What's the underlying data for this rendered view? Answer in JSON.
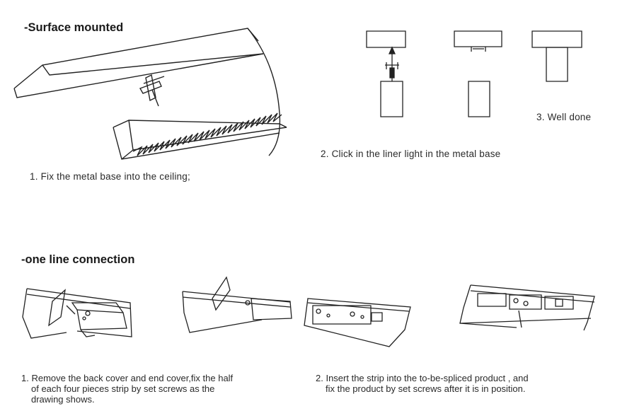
{
  "surface_section": {
    "heading": "-Surface mounted",
    "step1": "1. Fix the metal base into the ceiling;",
    "step2": "2.  Click in the liner light in the metal base",
    "step3": "3. Well done"
  },
  "line_section": {
    "heading": "-one line connection",
    "step1_line1": "1. Remove the back cover and end cover,fix the half",
    "step1_line2": "of each four pieces strip by set screws as the",
    "step1_line3": "drawing shows.",
    "step2_line1": "2. Insert the strip into the to-be-spliced product , and",
    "step2_line2": "fix the product by set screws  after it is in position."
  }
}
